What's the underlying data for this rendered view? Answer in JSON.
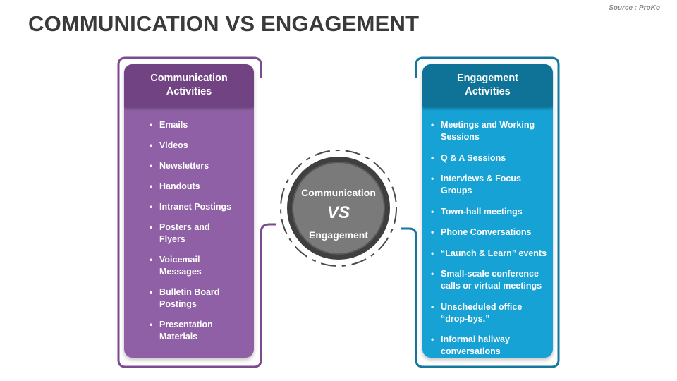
{
  "header": {
    "title": "COMMUNICATION VS ENGAGEMENT",
    "source": "Source : ProKo"
  },
  "left_panel": {
    "heading": "Communication\nActivities",
    "items": [
      "Emails",
      "Videos",
      "Newsletters",
      "Handouts",
      "Intranet Postings",
      "Posters and Flyers",
      "Voicemail Messages",
      "Bulletin Board Postings",
      "Presentation Materials"
    ]
  },
  "right_panel": {
    "heading": "Engagement\nActivities",
    "items": [
      "Meetings and Working Sessions",
      "Q & A Sessions",
      "Interviews & Focus Groups",
      "Town-hall meetings",
      "Phone Conversations",
      "“Launch & Learn” events",
      "Small-scale conference calls or virtual meetings",
      "Unscheduled office “drop-bys.”",
      "Informal hallway conversations"
    ]
  },
  "center": {
    "top": "Communication",
    "vs": "VS",
    "bottom": "Engagement"
  },
  "colors": {
    "purple": "#9060a6",
    "purple_dark": "#714382",
    "blue": "#16a2d4",
    "blue_dark": "#0f7397",
    "circle_gray": "#7a7a7a",
    "circle_ring": "#3f3f3f"
  },
  "bullet_glyph": "•"
}
